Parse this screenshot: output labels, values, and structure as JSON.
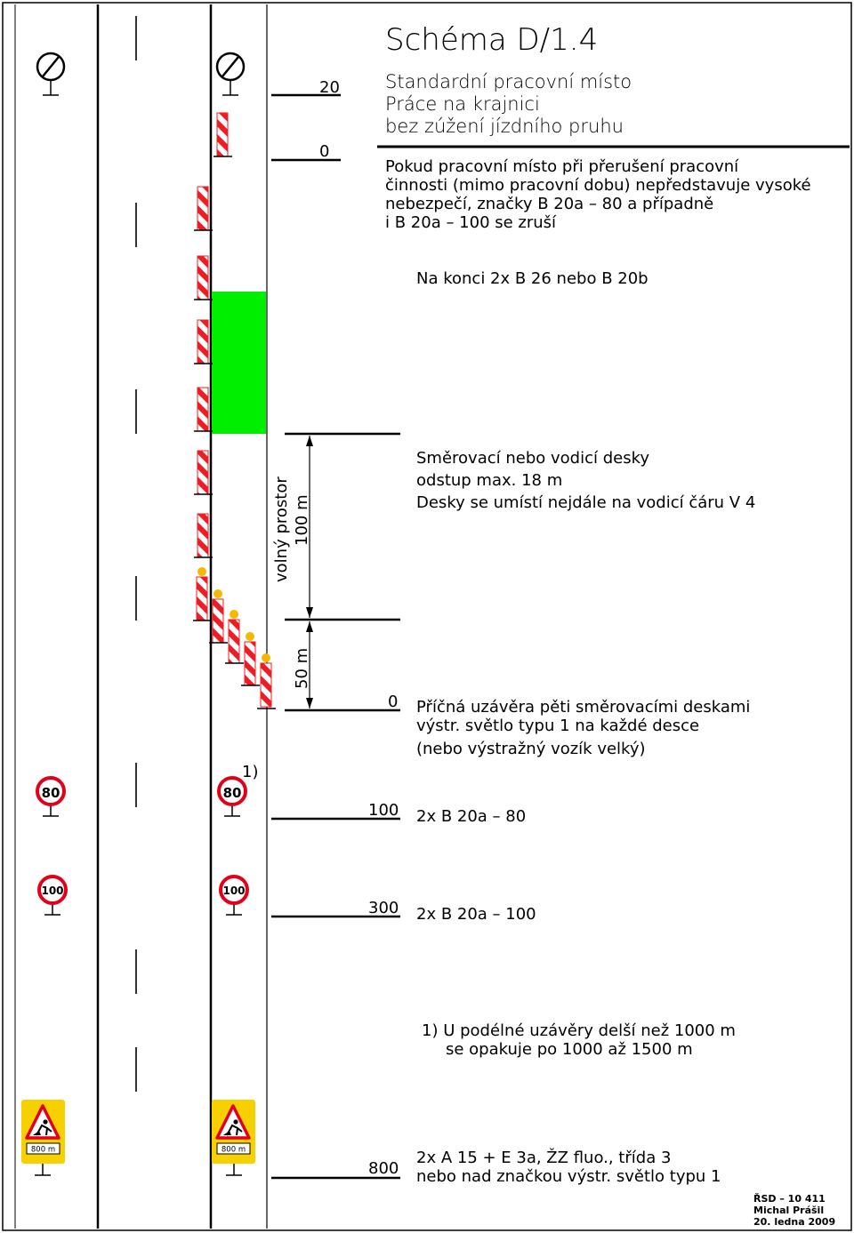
{
  "header": {
    "title": "Schéma D/1.4",
    "subtitle_lines": [
      "Standardní pracovní místo",
      "Práce na krajnici",
      "bez zúžení jízdního pruhu"
    ]
  },
  "notes": {
    "intro": [
      "Pokud pracovní místo při přerušení pracovní",
      "činnosti (mimo pracovní dobu) nepředstavuje vysoké",
      "nebezpečí, značky B 20a – 80 a případně",
      "i B 20a – 100 se zruší"
    ],
    "end": "Na konci 2x B 26 nebo B 20b",
    "guide": [
      "Směrovací nebo vodicí desky",
      "odstup max. 18 m",
      "Desky se umístí nejdále na vodicí čáru V 4"
    ],
    "closure": [
      "Příčná uzávěra pěti směrovacími deskami",
      "výstr. světlo typu 1 na každé desce",
      "(nebo výstražný vozík velký)"
    ],
    "b20a80": "2x B 20a – 80",
    "b20a100": "2x B 20a – 100",
    "footnote": [
      "1) U podélné uzávěry delší než 1000 m",
      "se opakuje po 1000 až 1500 m"
    ],
    "a15": [
      "2x A 15 + E 3a, ŽZ fluo., třída 3",
      "nebo nad značkou výstr. světlo typu 1"
    ]
  },
  "distances": {
    "d20": "20",
    "d0_top": "0",
    "d0_bottom": "0",
    "d100": "100",
    "d300": "300",
    "d800": "800"
  },
  "dimensions": {
    "free_space_label": "volný prostor",
    "free_space_length": "100 m",
    "taper_length": "50 m"
  },
  "footnote_marker": "1)",
  "signs": {
    "speed80": "80",
    "speed100": "100",
    "distance_plate": "800 m"
  },
  "stamp": [
    "ŘSD – 10 411",
    "Michal Prášil",
    "20. ledna 2009"
  ],
  "colors": {
    "work_area": "#00ee00",
    "barrier_red": "#ee1c24",
    "lamp": "#f5b800",
    "warning_sign": "#f6d000",
    "sign_red": "#e3001b"
  }
}
